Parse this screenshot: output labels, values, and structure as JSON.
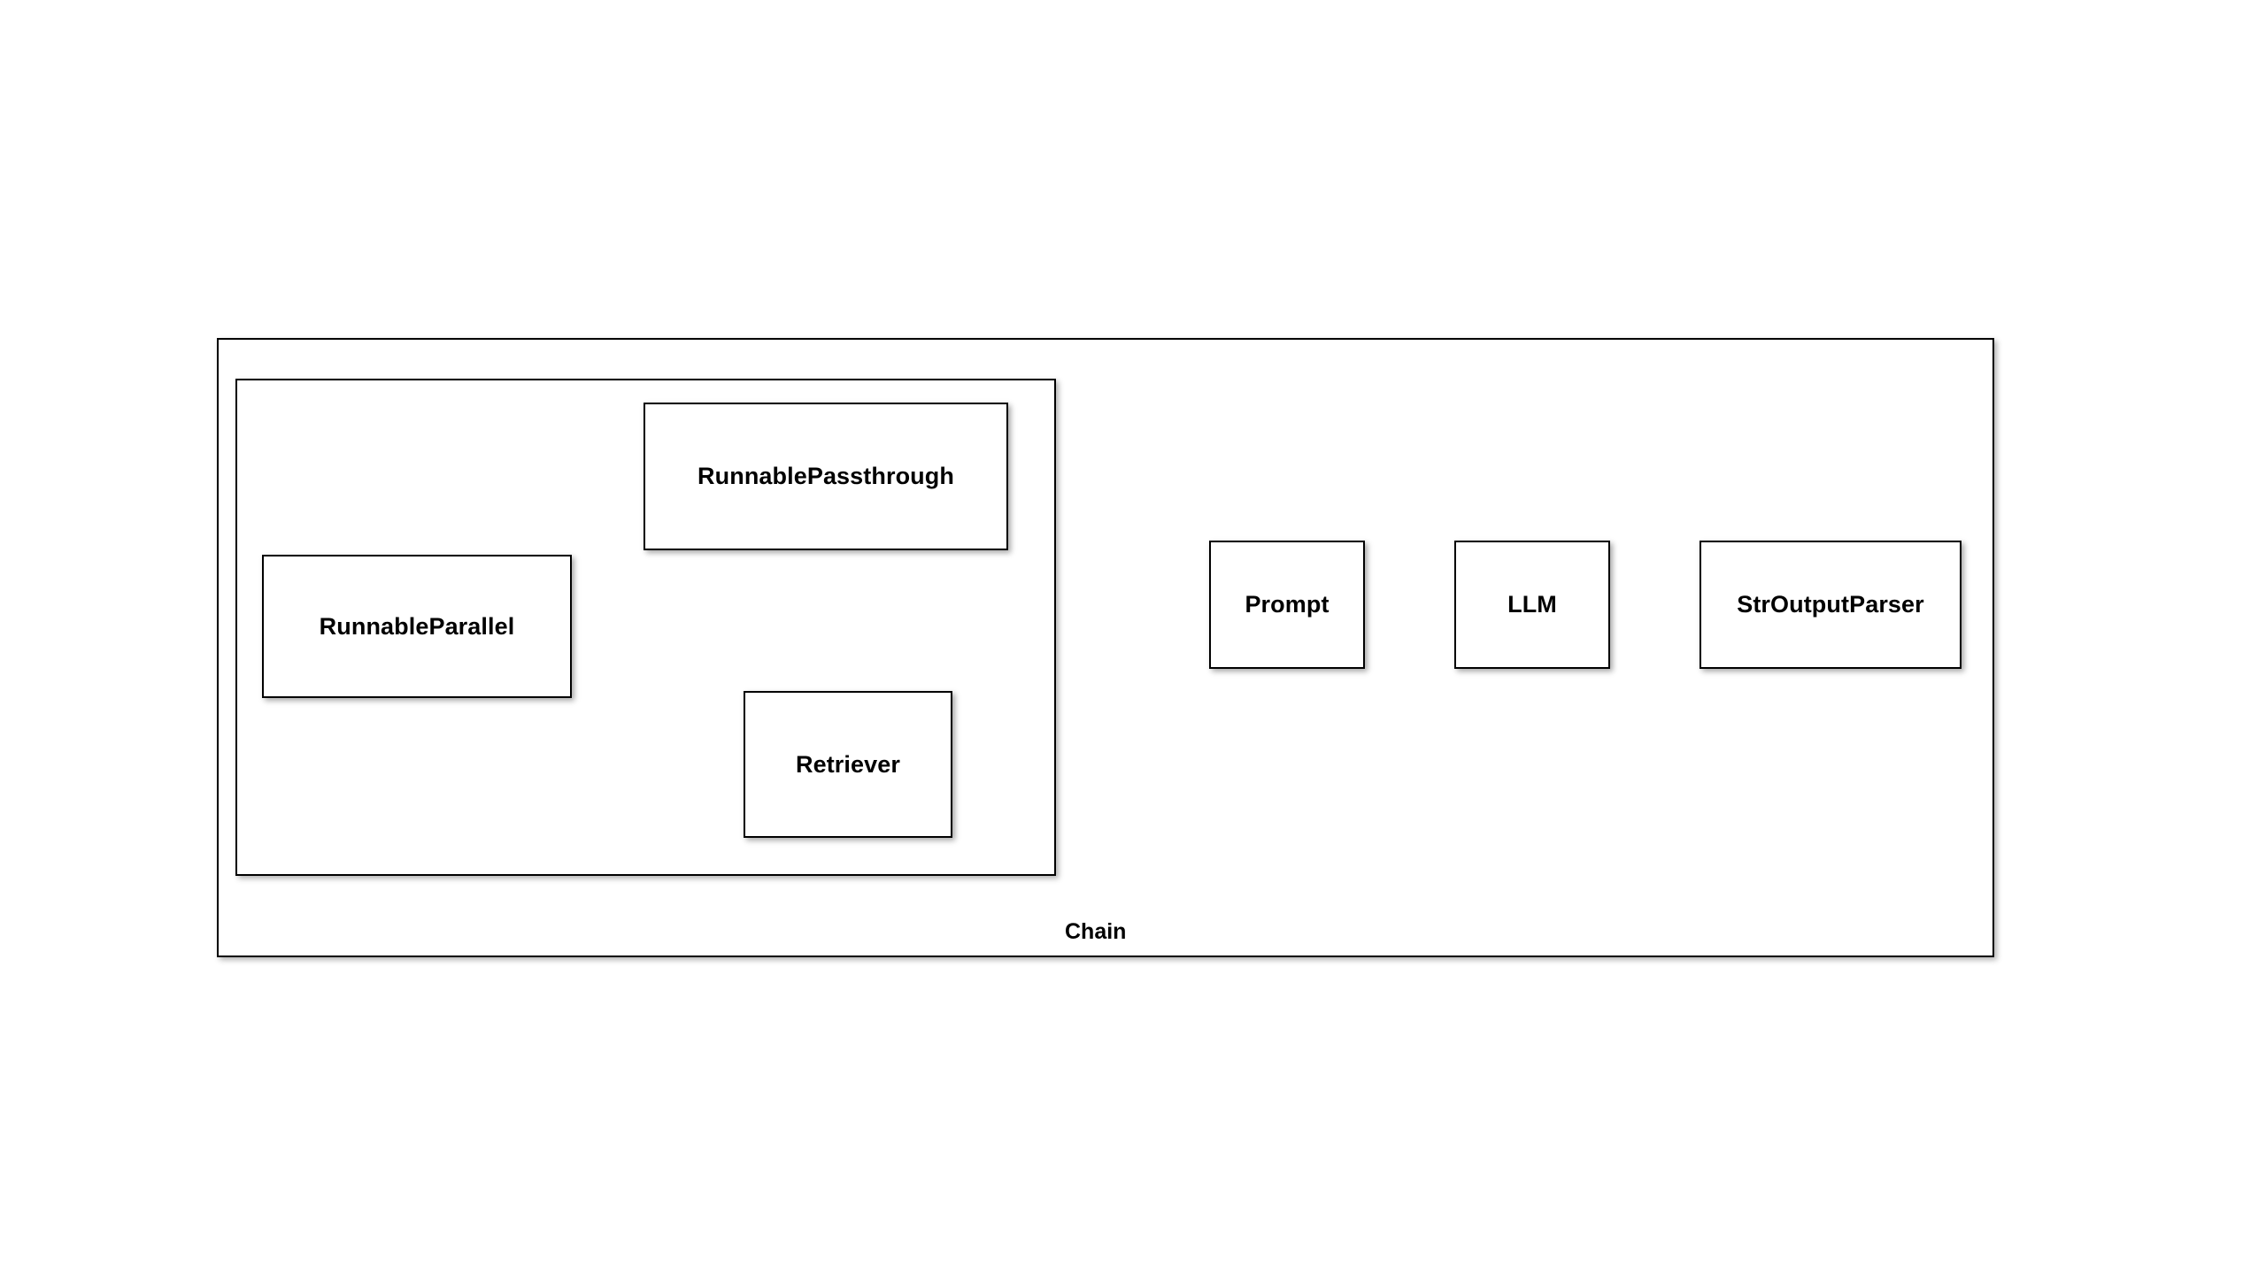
{
  "diagram": {
    "title": "Chain",
    "colors": {
      "background": "#ffffff",
      "node_fill": "#ffffff",
      "stroke": "#000000",
      "text": "#000000"
    },
    "groups": [
      {
        "id": "chain",
        "label": "Chain",
        "label_position": "bottom-center"
      },
      {
        "id": "parallel_group",
        "label": ""
      }
    ],
    "nodes": [
      {
        "id": "runnableparallel",
        "label": "RunnableParallel"
      },
      {
        "id": "runnablepassthrough",
        "label": "RunnablePassthrough"
      },
      {
        "id": "retriever",
        "label": "Retriever"
      },
      {
        "id": "prompt",
        "label": "Prompt"
      },
      {
        "id": "llm",
        "label": "LLM"
      },
      {
        "id": "stroutputparser",
        "label": "StrOutputParser"
      }
    ],
    "edges": [
      {
        "from": "runnableparallel",
        "to": "runnablepassthrough",
        "label": ""
      },
      {
        "from": "runnableparallel",
        "to": "retriever",
        "label": ""
      },
      {
        "from": "runnablepassthrough",
        "to": "prompt",
        "label": ""
      },
      {
        "from": "retriever",
        "to": "prompt",
        "label": ""
      },
      {
        "from": "prompt",
        "to": "llm",
        "label": ""
      },
      {
        "from": "llm",
        "to": "stroutputparser",
        "label": ""
      }
    ]
  }
}
